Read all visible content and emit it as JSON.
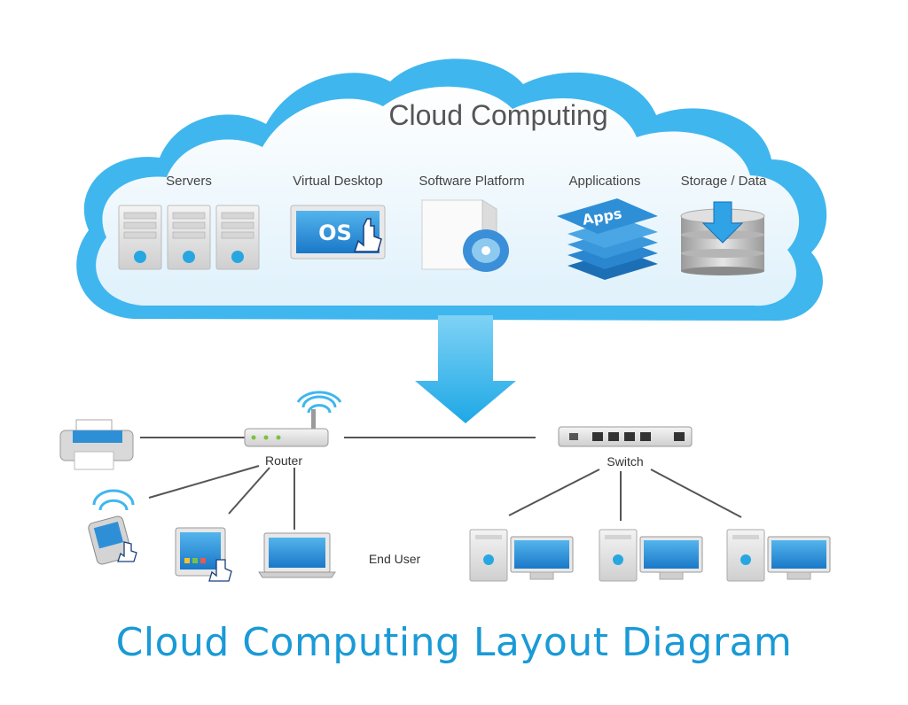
{
  "cloud": {
    "title": "Cloud Computing",
    "services": [
      {
        "label": "Servers",
        "icon": "server-rack-icon"
      },
      {
        "label": "Virtual Desktop",
        "icon": "virtual-desktop-os-icon",
        "screen_text": "OS"
      },
      {
        "label": "Software Platform",
        "icon": "software-box-disc-icon"
      },
      {
        "label": "Applications",
        "icon": "apps-stack-icon",
        "stack_text": "Apps"
      },
      {
        "label": "Storage / Data",
        "icon": "database-download-icon"
      }
    ]
  },
  "network": {
    "router_label": "Router",
    "switch_label": "Switch",
    "end_user_label": "End User"
  },
  "footer": {
    "caption": "Cloud Computing Layout Diagram"
  },
  "colors": {
    "cloud_outer": "#3fb6ee",
    "cloud_inner": "#eaf7fd",
    "arrow": "#2fb3ea",
    "caption": "#1a9ad6",
    "device_screen": "#2a8fd6",
    "power_button": "#27a7e1"
  }
}
